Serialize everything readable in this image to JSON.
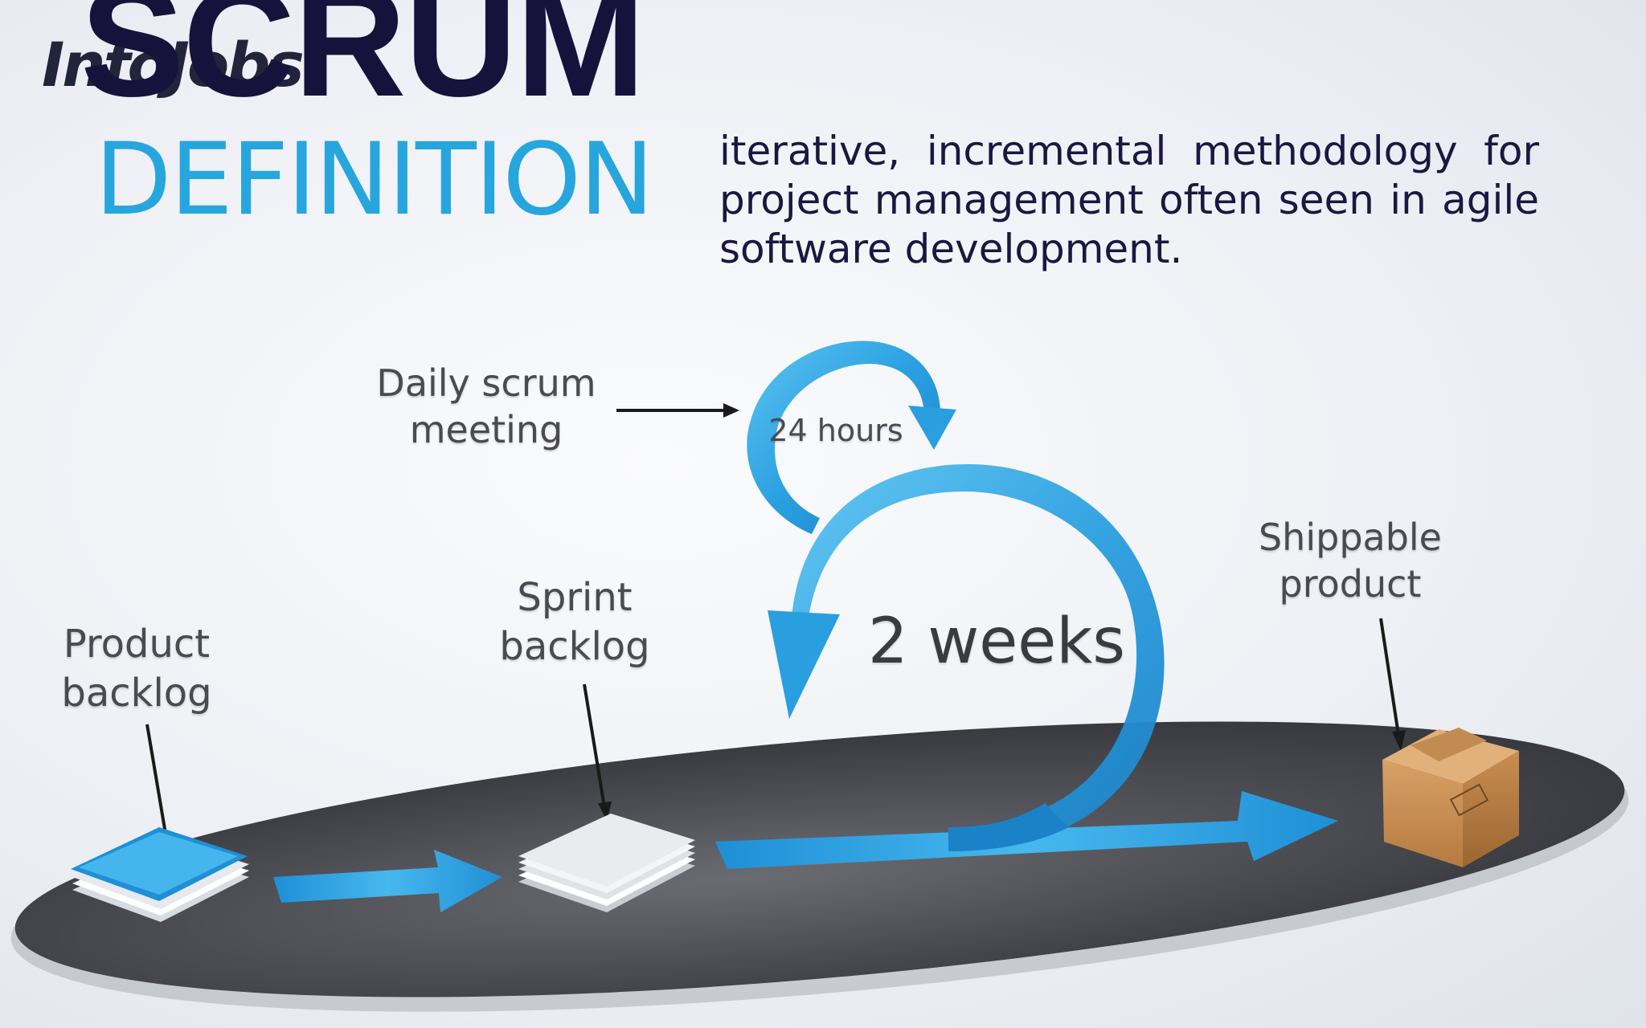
{
  "brand": {
    "logo_text": "InfoJobs"
  },
  "title": {
    "main": "SCRUM",
    "sub": "DEFINITION"
  },
  "definition": "iterative, incremental methodology for project management often seen in agile software development.",
  "diagram": {
    "daily_scrum_line1": "Daily scrum",
    "daily_scrum_line2": "meeting",
    "daily_cycle": "24 hours",
    "sprint_cycle": "2 weeks",
    "sprint_backlog_line1": "Sprint",
    "sprint_backlog_line2": "backlog",
    "product_backlog_line1": "Product",
    "product_backlog_line2": "backlog",
    "shippable_line1": "Shippable",
    "shippable_line2": "product"
  },
  "colors": {
    "title_dark": "#15133c",
    "title_blue": "#27a6de",
    "arrow_blue": "#2ba0e0",
    "platform": "#4b4c52"
  },
  "icons": [
    "product-backlog-stack-icon",
    "sprint-backlog-stack-icon",
    "shippable-box-icon"
  ]
}
